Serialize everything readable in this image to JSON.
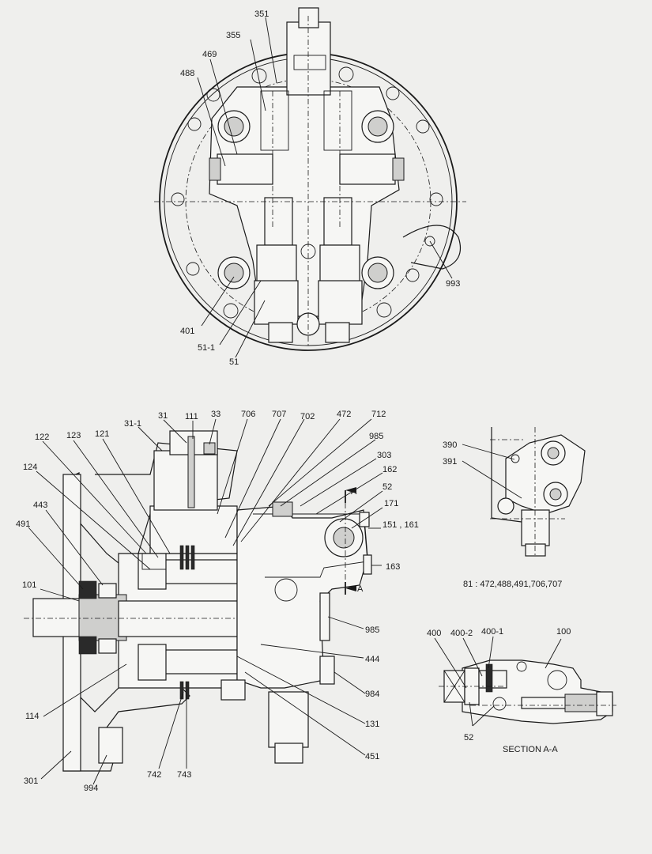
{
  "top_view": {
    "labels": {
      "l351": "351",
      "l355": "355",
      "l469": "469",
      "l488": "488",
      "l993": "993",
      "l401": "401",
      "l51_1": "51-1",
      "l51": "51"
    }
  },
  "section_view": {
    "labels": {
      "l31": "31",
      "l111": "111",
      "l33": "33",
      "l706": "706",
      "l707": "707",
      "l702": "702",
      "l472": "472",
      "l712": "712",
      "l31_1": "31-1",
      "l122": "122",
      "l123": "123",
      "l121": "121",
      "l985a": "985",
      "l303": "303",
      "l124": "124",
      "l162": "162",
      "l52": "52",
      "l443": "443",
      "l171": "171",
      "l491": "491",
      "l151_161": "151 , 161",
      "l163": "163",
      "l101": "101",
      "l985b": "985",
      "l444": "444",
      "l984": "984",
      "l114": "114",
      "l131": "131",
      "l451": "451",
      "l742": "742",
      "l743": "743",
      "l301": "301",
      "l994": "994",
      "cut_a1": "A",
      "cut_a2": "A"
    }
  },
  "detail_view": {
    "labels": {
      "l390": "390",
      "l391": "391"
    },
    "note": "81 : 472,488,491,706,707"
  },
  "section_aa": {
    "labels": {
      "l400": "400",
      "l400_2": "400-2",
      "l400_1": "400-1",
      "l100": "100",
      "l52": "52"
    },
    "title": "SECTION A-A"
  }
}
